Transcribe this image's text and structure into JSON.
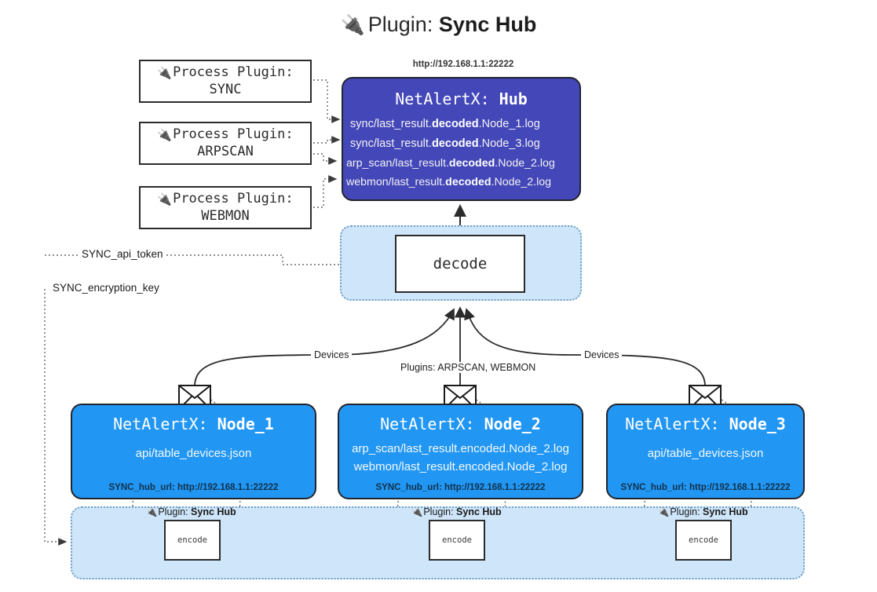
{
  "title": {
    "icon": "plug-icon",
    "prefix": "Plugin: ",
    "name": "Sync Hub"
  },
  "process_plugins": [
    {
      "header": "Process Plugin:",
      "name": "SYNC",
      "icon": "plug-icon"
    },
    {
      "header": "Process Plugin:",
      "name": "ARPSCAN",
      "icon": "plug-icon"
    },
    {
      "header": "Process Plugin:",
      "name": "WEBMON",
      "icon": "plug-icon"
    }
  ],
  "hub": {
    "url": "http://192.168.1.1:22222",
    "title_prefix": "NetAlertX: ",
    "title_name": "Hub",
    "logs": [
      {
        "pre": "sync/last_result.",
        "mid": "decoded",
        "post": ".Node_1.log"
      },
      {
        "pre": "sync/last_result.",
        "mid": "decoded",
        "post": ".Node_3.log"
      },
      {
        "pre": "arp_scan/last_result.",
        "mid": "decoded",
        "post": ".Node_2.log"
      },
      {
        "pre": "webmon/last_result.",
        "mid": "decoded",
        "post": ".Node_2.log"
      }
    ]
  },
  "decode": {
    "label": "decode"
  },
  "env": {
    "api_token": "SYNC_api_token",
    "encryption_key": "SYNC_encryption_key"
  },
  "edges": {
    "devices_left": "Devices",
    "plugins_center": "Plugins: ARPSCAN, WEBMON",
    "devices_right": "Devices"
  },
  "nodes": [
    {
      "title_prefix": "NetAlertX: ",
      "title_name": "Node_1",
      "lines": [
        "api/table_devices.json"
      ],
      "hub_url_label": "SYNC_hub_url: http://192.168.1.1:22222",
      "mail_icon": "envelope-icon"
    },
    {
      "title_prefix": "NetAlertX: ",
      "title_name": "Node_2",
      "lines": [
        "arp_scan/last_result.encoded.Node_2.log",
        "webmon/last_result.encoded.Node_2.log"
      ],
      "hub_url_label": "SYNC_hub_url: http://192.168.1.1:22222",
      "mail_icon": "envelope-icon"
    },
    {
      "title_prefix": "NetAlertX: ",
      "title_name": "Node_3",
      "lines": [
        "api/table_devices.json"
      ],
      "hub_url_label": "SYNC_hub_url: http://192.168.1.1:22222",
      "mail_icon": "envelope-icon"
    }
  ],
  "encoders": [
    {
      "prefix": "Plugin: ",
      "name": "Sync Hub",
      "box_label": "encode",
      "icon": "plug-icon"
    },
    {
      "prefix": "Plugin: ",
      "name": "Sync Hub",
      "box_label": "encode",
      "icon": "plug-icon"
    },
    {
      "prefix": "Plugin: ",
      "name": "Sync Hub",
      "box_label": "encode",
      "icon": "plug-icon"
    }
  ],
  "colors": {
    "hub": "#4447b8",
    "node": "#2196f3",
    "band": "#cfe6fa",
    "band_border": "#6f9fc4",
    "stroke": "#23252e"
  }
}
